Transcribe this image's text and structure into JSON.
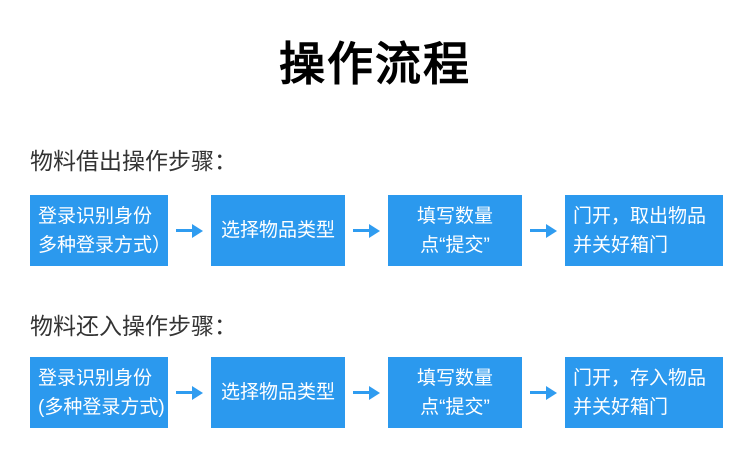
{
  "page": {
    "title": "操作流程",
    "background_color": "#ffffff",
    "title_color": "#000000",
    "heading_text_color": "#333333",
    "box_color": "#2b99ee",
    "arrow_color": "#2f9cf0",
    "box_text_color": "#ffffff"
  },
  "icons": {
    "arrow_right": "→"
  },
  "flows": [
    {
      "heading": "物料借出操作步骤：",
      "steps": [
        {
          "lines": [
            "登录识别身份",
            "多种登录方式）"
          ]
        },
        {
          "lines": [
            "选择物品类型"
          ]
        },
        {
          "lines": [
            "填写数量",
            "点“提交”"
          ]
        },
        {
          "lines": [
            "门开，取出物品",
            "并关好箱门"
          ]
        }
      ]
    },
    {
      "heading": "物料还入操作步骤：",
      "steps": [
        {
          "lines": [
            "登录识别身份",
            "(多种登录方式)"
          ]
        },
        {
          "lines": [
            "选择物品类型"
          ]
        },
        {
          "lines": [
            "填写数量",
            "点“提交”"
          ]
        },
        {
          "lines": [
            "门开，存入物品",
            "并关好箱门"
          ]
        }
      ]
    }
  ]
}
